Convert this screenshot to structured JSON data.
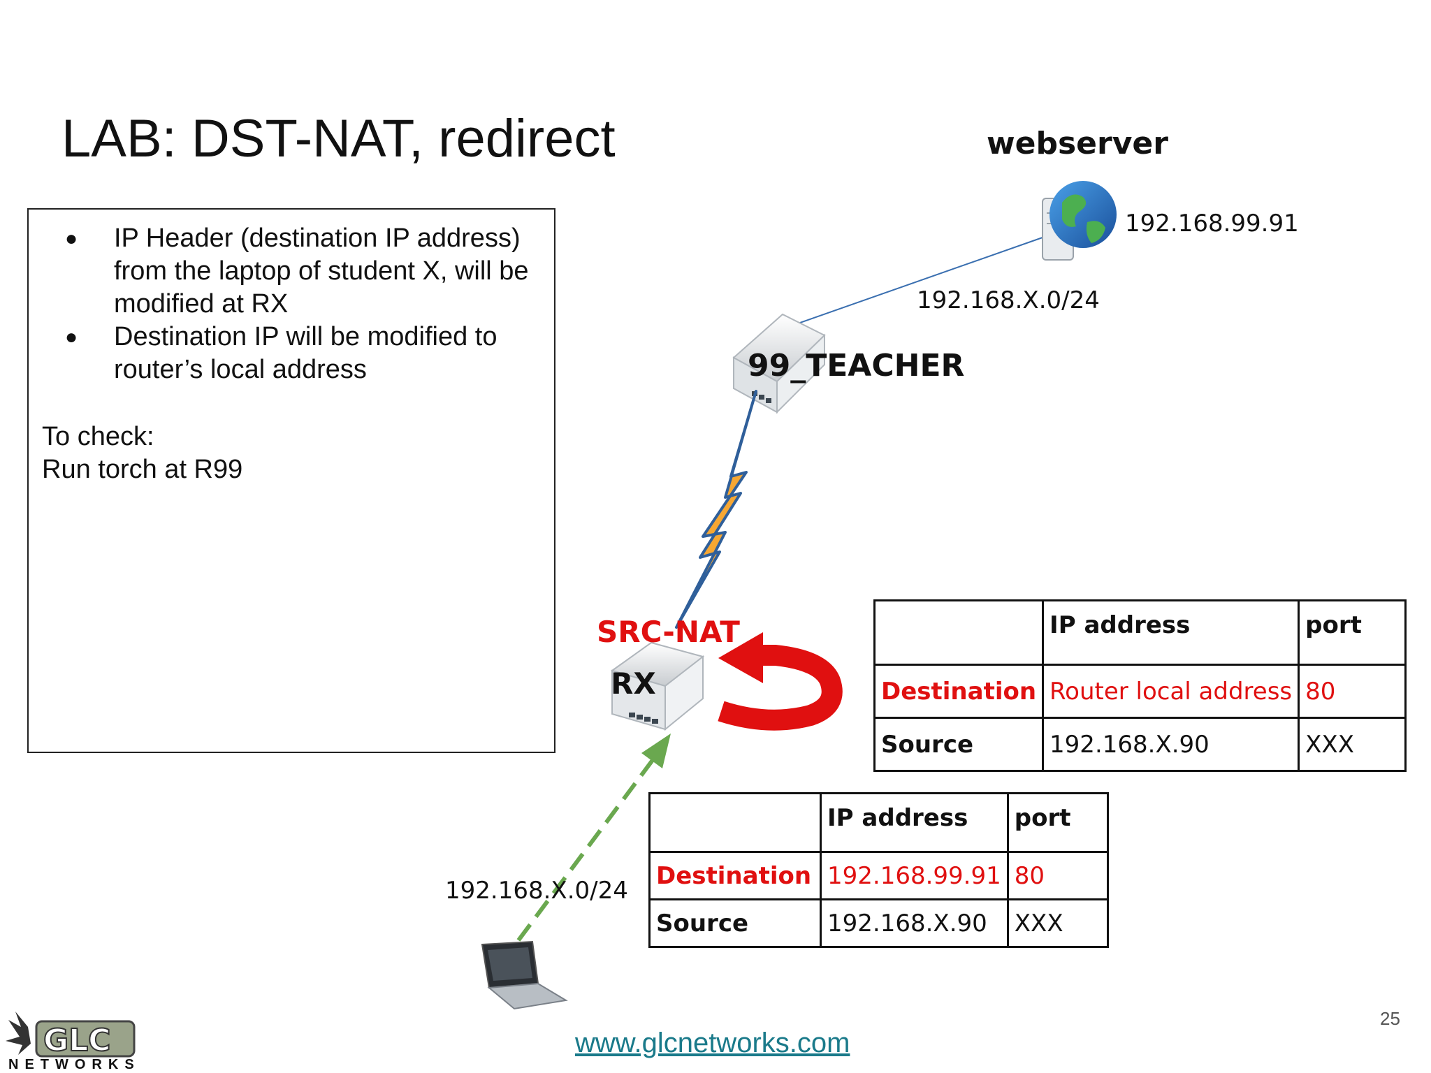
{
  "slide": {
    "title": "LAB: DST-NAT, redirect",
    "page_number": "25",
    "url": "www.glcnetworks.com",
    "logo": {
      "text": "GLC",
      "subtext": "NETWORKS"
    }
  },
  "textbox": {
    "bullets": [
      "IP Header (destination IP address) from the laptop of student X, will be modified at RX",
      "Destination IP will be modified to router’s local address"
    ],
    "check_title": "To check:",
    "check_text": "Run torch at R99"
  },
  "diagram": {
    "webserver_label": "webserver",
    "webserver_ip": "192.168.99.91",
    "upper_network": "192.168.X.0/24",
    "teacher_router": "99_TEACHER",
    "srcnat_label": "SRC-NAT",
    "rx_label": "RX",
    "lower_network": "192.168.X.0/24",
    "colors": {
      "accent_red": "#e01010",
      "link_blue": "#3a6fb0",
      "lightning": "#f6a733",
      "dashed_green": "#6aa84f"
    },
    "icons": [
      "server-globe-icon",
      "router-icon",
      "laptop-icon",
      "lightning-link-icon",
      "redirect-arrow-icon"
    ]
  },
  "table_top": {
    "headers": [
      "",
      "IP address",
      "port"
    ],
    "rows": [
      {
        "label": "Destination",
        "ip": "Router local address",
        "port": "80"
      },
      {
        "label": "Source",
        "ip": "192.168.X.90",
        "port": "XXX"
      }
    ]
  },
  "table_bottom": {
    "headers": [
      "",
      "IP address",
      "port"
    ],
    "rows": [
      {
        "label": "Destination",
        "ip": "192.168.99.91",
        "port": "80"
      },
      {
        "label": "Source",
        "ip": "192.168.X.90",
        "port": "XXX"
      }
    ]
  }
}
